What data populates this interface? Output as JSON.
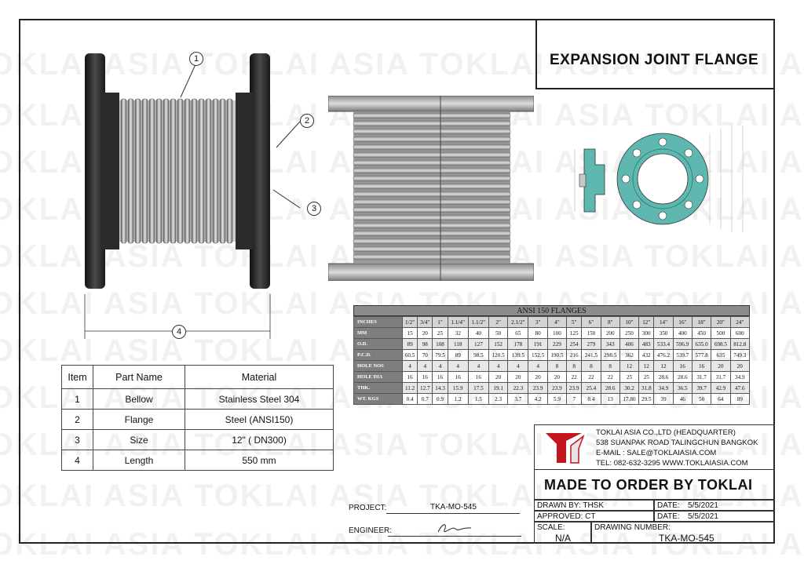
{
  "watermark_text": "TOKLAI ASIA TOKLAI ASIA TOKLAI ASIA TOKLAI ASIA TOKLAI ASIA",
  "title": "EXPANSION JOINT FLANGE",
  "callouts": [
    "1",
    "2",
    "3",
    "4"
  ],
  "parts_table": {
    "headers": [
      "Item",
      "Part Name",
      "Material"
    ],
    "rows": [
      [
        "1",
        "Bellow",
        "Stainless Steel 304"
      ],
      [
        "2",
        "Flange",
        "Steel  (ANSI150)"
      ],
      [
        "3",
        "Size",
        "12\" ( DN300)"
      ],
      [
        "4",
        "Length",
        "550 mm"
      ]
    ]
  },
  "ansi_table": {
    "title": "ANSI 150 FLANGES",
    "rows": [
      {
        "label": "INCHES",
        "cells": [
          "1/2\"",
          "3/4\"",
          "1\"",
          "1.1/4\"",
          "1.1/2\"",
          "2\"",
          "2.1/2\"",
          "3\"",
          "4\"",
          "5\"",
          "6\"",
          "8\"",
          "10\"",
          "12\"",
          "14\"",
          "16\"",
          "18\"",
          "20\"",
          "24\""
        ]
      },
      {
        "label": "MM",
        "cells": [
          "15",
          "20",
          "25",
          "32",
          "40",
          "50",
          "65",
          "80",
          "100",
          "125",
          "150",
          "200",
          "250",
          "300",
          "350",
          "400",
          "450",
          "500",
          "600"
        ]
      },
      {
        "label": "O.D.",
        "cells": [
          "89",
          "98",
          "108",
          "118",
          "127",
          "152",
          "178",
          "191",
          "229",
          "254",
          "279",
          "343",
          "406",
          "483",
          "533.4",
          "596.9",
          "635.0",
          "698.5",
          "812.8"
        ]
      },
      {
        "label": "P.C.D.",
        "cells": [
          "60.5",
          "70",
          "79.5",
          "89",
          "98.5",
          "120.5",
          "139.5",
          "152.5",
          "190.5",
          "216",
          "241.5",
          "298.5",
          "362",
          "432",
          "476.2",
          "539.7",
          "577.8",
          "635",
          "749.3"
        ]
      },
      {
        "label": "HOLE NOS",
        "cells": [
          "4",
          "4",
          "4",
          "4",
          "4",
          "4",
          "4",
          "4",
          "8",
          "8",
          "8",
          "8",
          "12",
          "12",
          "12",
          "16",
          "16",
          "20",
          "20"
        ]
      },
      {
        "label": "HOLE DIA",
        "cells": [
          "16",
          "16",
          "16",
          "16",
          "16",
          "20",
          "20",
          "20",
          "20",
          "22",
          "22",
          "22",
          "25",
          "25",
          "28.6",
          "28.6",
          "31.7",
          "31.7",
          "34.9"
        ]
      },
      {
        "label": "THK.",
        "cells": [
          "11.2",
          "12.7",
          "14.3",
          "15.9",
          "17.5",
          "19.1",
          "22.3",
          "23.9",
          "23.9",
          "23.9",
          "25.4",
          "28.6",
          "30.2",
          "31.8",
          "34.9",
          "36.5",
          "39.7",
          "42.9",
          "47.6"
        ]
      },
      {
        "label": "WT. KGS",
        "cells": [
          "0.4",
          "0.7",
          "0.9",
          "1.2",
          "1.5",
          "2.3",
          "3.7",
          "4.2",
          "5.9",
          "7",
          "8.4",
          "13",
          "17.80",
          "29.5",
          "39",
          "46",
          "50",
          "64",
          "89"
        ]
      }
    ]
  },
  "company": {
    "line1": "TOKLAI ASIA CO.,LTD (HEADQUARTER)",
    "line2": "538 SUANPAK ROAD TALINGCHUN BANGKOK",
    "line3": "E-MAIL : SALE@TOKLAIASIA.COM",
    "line4": "TEL: 082-632-3295  WWW.TOKLAIASIA.COM",
    "made_to_order": "MADE TO ORDER BY TOKLAI"
  },
  "title_block": {
    "drawn_by_label": "DRAWN BY: THSK",
    "approved_label": "APPROVED: CT",
    "date_label": "DATE:",
    "date1": "5/5/2021",
    "date2": "5/5/2021",
    "scale_label": "SCALE:",
    "scale_value": "N/A",
    "drawing_number_label": "DRAWING NUMBER:",
    "drawing_number": "TKA-MO-545",
    "project_label": "PROJECT:",
    "project_value": "TKA-MO-545",
    "engineer_label": "ENGINEER:"
  },
  "colors": {
    "flange_dark": "#2a2a2a",
    "bellow_steel": "#b9b9b9",
    "teal": "#5fb8b0",
    "logo_red": "#c4161c",
    "table_header": "#7e7e7e"
  }
}
